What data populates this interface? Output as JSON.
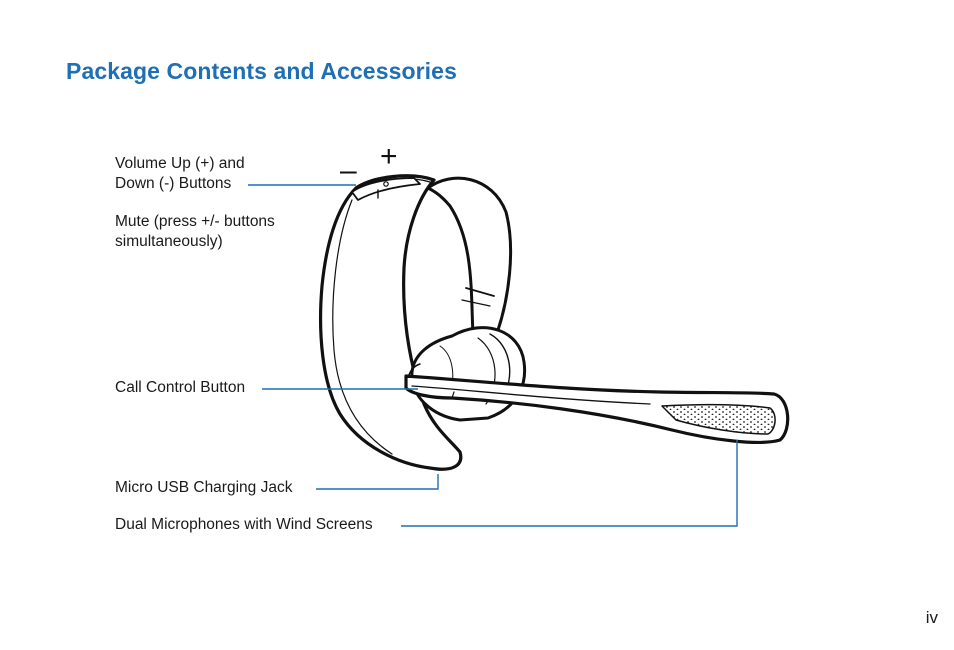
{
  "page": {
    "title": "Package Contents and Accessories",
    "page_number": "iv"
  },
  "callouts": {
    "volume": {
      "line1": "Volume Up (+) and",
      "line2": "Down (-) Buttons"
    },
    "mute": {
      "line1": "Mute (press +/- buttons",
      "line2": "simultaneously)"
    },
    "call_control": "Call Control Button",
    "usb": "Micro USB Charging Jack",
    "microphones": "Dual Microphones with Wind Screens"
  },
  "symbols": {
    "minus": "–",
    "plus": "+"
  },
  "colors": {
    "title": "#1f6fb4",
    "leader_line": "#1f6fb4",
    "outline": "#111111"
  }
}
